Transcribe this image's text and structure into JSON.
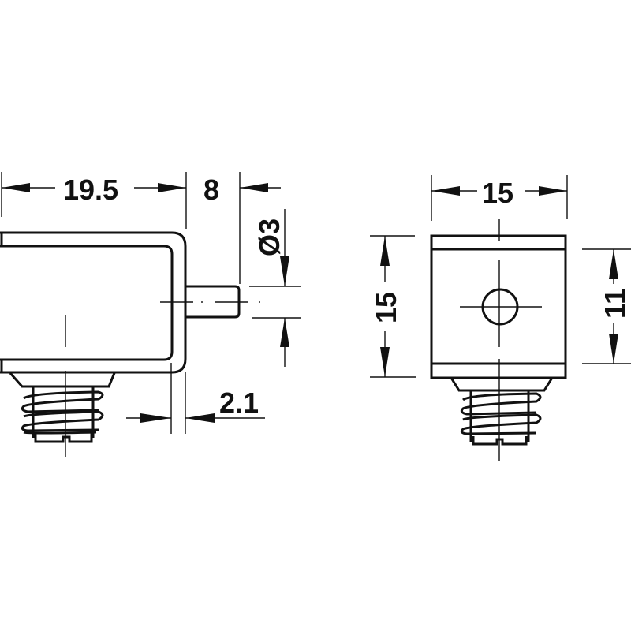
{
  "drawing": {
    "side_view": {
      "dim_width": "19.5",
      "dim_pin_length": "8",
      "dim_pin_diameter": "Ø3",
      "dim_thickness": "2.1"
    },
    "front_view": {
      "dim_width": "15",
      "dim_height": "15",
      "dim_inner_height": "11"
    }
  }
}
